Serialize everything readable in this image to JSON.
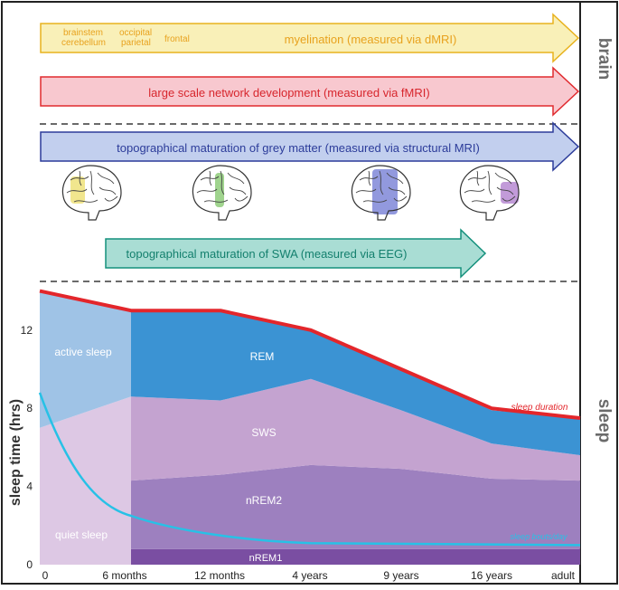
{
  "side_labels": {
    "brain": "brain",
    "sleep": "sleep"
  },
  "arrows": [
    {
      "id": "myelination",
      "label": "myelination (measured via dMRI)",
      "sublabels": [
        "brainstem cerebellum",
        "occipital parietal",
        "frontal"
      ],
      "fill": "#f9f0b8",
      "stroke": "#e8b21e",
      "text_color": "#e8a21e"
    },
    {
      "id": "network",
      "label": "large scale network development (measured via fMRI)",
      "fill": "#f8c8cf",
      "stroke": "#e02a2e",
      "text_color": "#d7262d"
    },
    {
      "id": "grey-matter",
      "label": "topographical maturation of grey matter (measured via structural MRI)",
      "fill": "#c2cfee",
      "stroke": "#2c3c9a",
      "text_color": "#2c3c9a"
    },
    {
      "id": "swa",
      "label": "topographical maturation of SWA (measured via EEG)",
      "fill": "#a9ddd4",
      "stroke": "#14907c",
      "text_color": "#14806e"
    }
  ],
  "brain_highlights": [
    {
      "region": "posterior",
      "color": "#eee27a"
    },
    {
      "region": "central",
      "color": "#8fcc7a"
    },
    {
      "region": "central-wide",
      "color": "#7f87d8"
    },
    {
      "region": "frontal",
      "color": "#b78ad2"
    }
  ],
  "sublabel_lines": {
    "brainstem": [
      "brainstem",
      "cerebellum"
    ],
    "occipital": [
      "occipital",
      "parietal"
    ],
    "frontal": [
      "frontal"
    ]
  },
  "chart_data": {
    "type": "area",
    "ylabel": "sleep time (hrs)",
    "y_ticks": [
      0,
      4,
      8,
      12
    ],
    "ylim": [
      0,
      14
    ],
    "categories": [
      "0",
      "6 months",
      "12 months",
      "4 years",
      "9 years",
      "16 years",
      "adult"
    ],
    "series": [
      {
        "name": "quiet sleep",
        "color": "#ddc8e4",
        "values": [
          7,
          8.6,
          null,
          null,
          null,
          null,
          null
        ]
      },
      {
        "name": "active sleep",
        "color": "#9fc3e6",
        "values": [
          7,
          4.4,
          null,
          null,
          null,
          null,
          null
        ]
      },
      {
        "name": "nREM1",
        "color": "#7a4ea2",
        "values": [
          null,
          0.8,
          0.8,
          0.8,
          0.8,
          0.8,
          0.8
        ]
      },
      {
        "name": "nREM2",
        "color": "#9d80bf",
        "values": [
          null,
          3.5,
          3.8,
          4.3,
          4.1,
          3.6,
          3.5
        ]
      },
      {
        "name": "SWS",
        "color": "#c4a3d0",
        "values": [
          null,
          4.3,
          3.8,
          4.4,
          3.0,
          1.8,
          1.3
        ]
      },
      {
        "name": "REM",
        "color": "#3b93d3",
        "values": [
          null,
          4.4,
          4.6,
          2.5,
          2.1,
          1.7,
          1.9
        ]
      },
      {
        "name": "sleep duration",
        "color": "#e3262b",
        "values": [
          14,
          13,
          13,
          12,
          10,
          8,
          7.5
        ]
      },
      {
        "name": "sleep bouts/day",
        "color": "#27c1e6",
        "values": [
          8.8,
          2.5,
          1.4,
          1.1,
          1.0,
          1.0,
          1.0
        ]
      }
    ]
  }
}
